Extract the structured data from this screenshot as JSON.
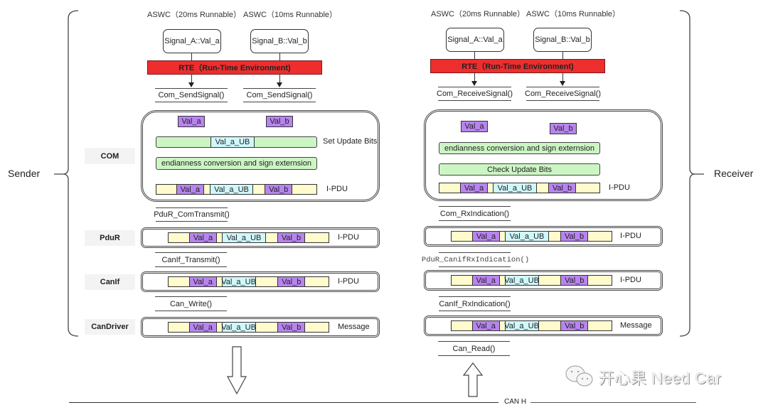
{
  "sender": {
    "title": "Sender",
    "aswc": [
      {
        "header": "ASWC（20ms Runnable）",
        "signal": "Signal_A::Val_a",
        "api": "Com_SendSignal()"
      },
      {
        "header": "ASWC（10ms Runnable）",
        "signal": "Signal_B::Val_b",
        "api": "Com_SendSignal()"
      }
    ],
    "rte": "RTE（Run-Time Environment)",
    "com": {
      "label": "COM",
      "chips": [
        "Val_a",
        "Val_b"
      ],
      "update_bar": {
        "segment": "Val_a_UB",
        "note": "Set Update Bits"
      },
      "endianness": "endianness conversion and sign externsion",
      "pdu_note": "I-PDU"
    },
    "apis": [
      "PduR_ComTransmit()",
      "CanIf_Transmit()",
      "Can_Write()"
    ],
    "layers": [
      {
        "label": "PduR",
        "note": "I-PDU"
      },
      {
        "label": "CanIf",
        "note": "I-PDU"
      },
      {
        "label": "CanDriver",
        "note": "Message"
      }
    ]
  },
  "receiver": {
    "title": "Receiver",
    "aswc": [
      {
        "header": "ASWC（20ms Runnable）",
        "signal": "Signal_A::Val_a",
        "api": "Com_ReceiveSignal()"
      },
      {
        "header": "ASWC（10ms Runnable）",
        "signal": "Signal_B::Val_b",
        "api": "Com_ReceiveSignal()"
      }
    ],
    "rte": "RTE（Run-Time Environment)",
    "com": {
      "chips": [
        "Val_a",
        "Val_b"
      ],
      "endianness": "endianness conversion and sign externsion",
      "check": "Check Update Bits",
      "pdu_note": "I-PDU"
    },
    "apis": [
      "Com_RxIndication()",
      "PduR_CanifRxIndication()",
      "CanIf_RxIndication()",
      "Can_Read()"
    ],
    "layers": [
      {
        "note": "I-PDU"
      },
      {
        "note": "I-PDU"
      },
      {
        "note": "Message"
      }
    ]
  },
  "pdu_segments": {
    "a": "Val_a",
    "ub": "Val_a_UB",
    "b": "Val_b"
  },
  "bus": {
    "label": "CAN H"
  },
  "watermark": "开心果 Need Car",
  "colors": {
    "rte": "#ee2d2d",
    "signal_chip": "#b884ef",
    "update_bit": "#cff8fb",
    "pdu_fill": "#fffbcc",
    "process_bar": "#ccf5c4"
  }
}
